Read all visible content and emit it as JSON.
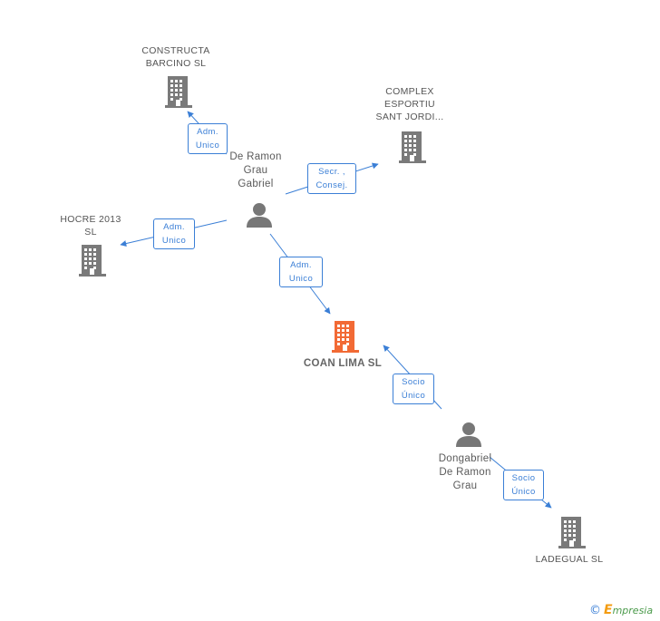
{
  "colors": {
    "edge": "#3b7fd6",
    "company": "#7a7a7a",
    "main_company": "#f26a35",
    "person": "#777777"
  },
  "nodes": {
    "constructa": {
      "label": "CONSTRUCTA\nBARCINO SL",
      "icon": "building-icon"
    },
    "complex": {
      "label": "COMPLEX\nESPORTIU\nSANT JORDI...",
      "icon": "building-icon"
    },
    "hocre": {
      "label": "HOCRE 2013\nSL",
      "icon": "building-icon"
    },
    "de_ramon": {
      "label": "De Ramon\nGrau\nGabriel",
      "icon": "person-icon"
    },
    "coan_lima": {
      "label": "COAN LIMA SL",
      "icon": "building-icon"
    },
    "dongabriel": {
      "label": "Dongabriel\nDe Ramon\nGrau",
      "icon": "person-icon"
    },
    "ladegual": {
      "label": "LADEGUAL SL",
      "icon": "building-icon"
    }
  },
  "edges": {
    "to_constructa": "Adm.\nUnico",
    "to_complex": "Secr. ,\nConsej.",
    "to_hocre": "Adm.\nUnico",
    "to_coan_lima": "Adm.\nUnico",
    "dongabriel_to_coan": "Socio\nÚnico",
    "dongabriel_to_ladegual": "Socio\nÚnico"
  },
  "footer": {
    "copyright": "©",
    "brand_initial": "E",
    "brand_rest": "mpresia"
  }
}
